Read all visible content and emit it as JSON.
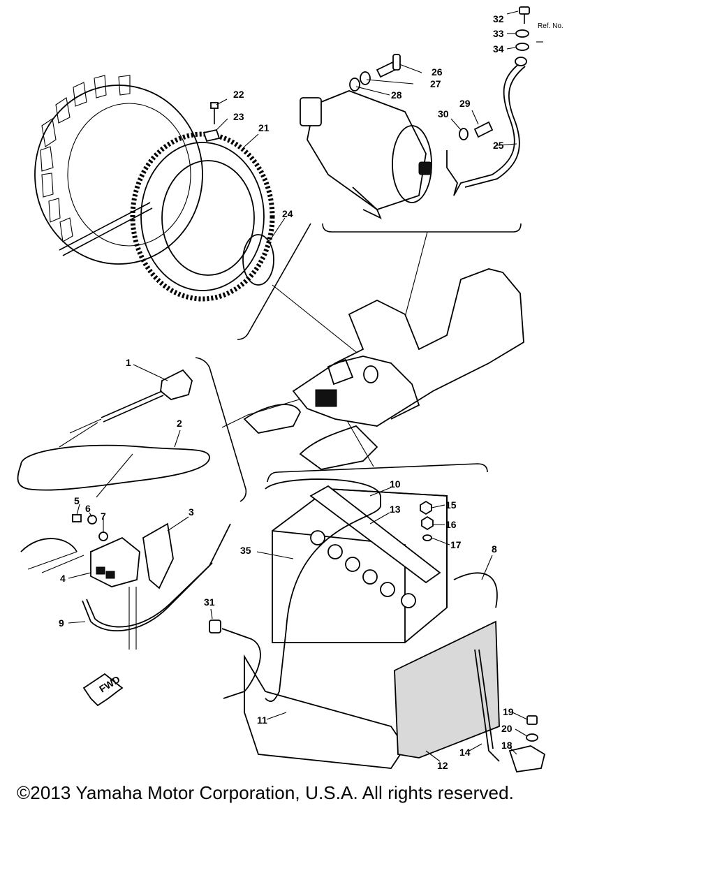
{
  "copyright": "©2013 Yamaha Motor Corporation, U.S.A. All rights reserved.",
  "ref_note": "Ref. No.",
  "fwd_label": "FWD",
  "callouts": {
    "c1": "1",
    "c2": "2",
    "c3": "3",
    "c4": "4",
    "c5": "5",
    "c6": "6",
    "c7": "7",
    "c8": "8",
    "c9": "9",
    "c10": "10",
    "c11": "11",
    "c12": "12",
    "c13": "13",
    "c14": "14",
    "c15": "15",
    "c16": "16",
    "c17": "17",
    "c18": "18",
    "c19": "19",
    "c20": "20",
    "c21": "21",
    "c22": "22",
    "c23": "23",
    "c24": "24",
    "c25": "25",
    "c26": "26",
    "c27": "27",
    "c28": "28",
    "c29": "29",
    "c30": "30",
    "c31": "31",
    "c32": "32",
    "c33": "33",
    "c34": "34",
    "c35": "35"
  }
}
